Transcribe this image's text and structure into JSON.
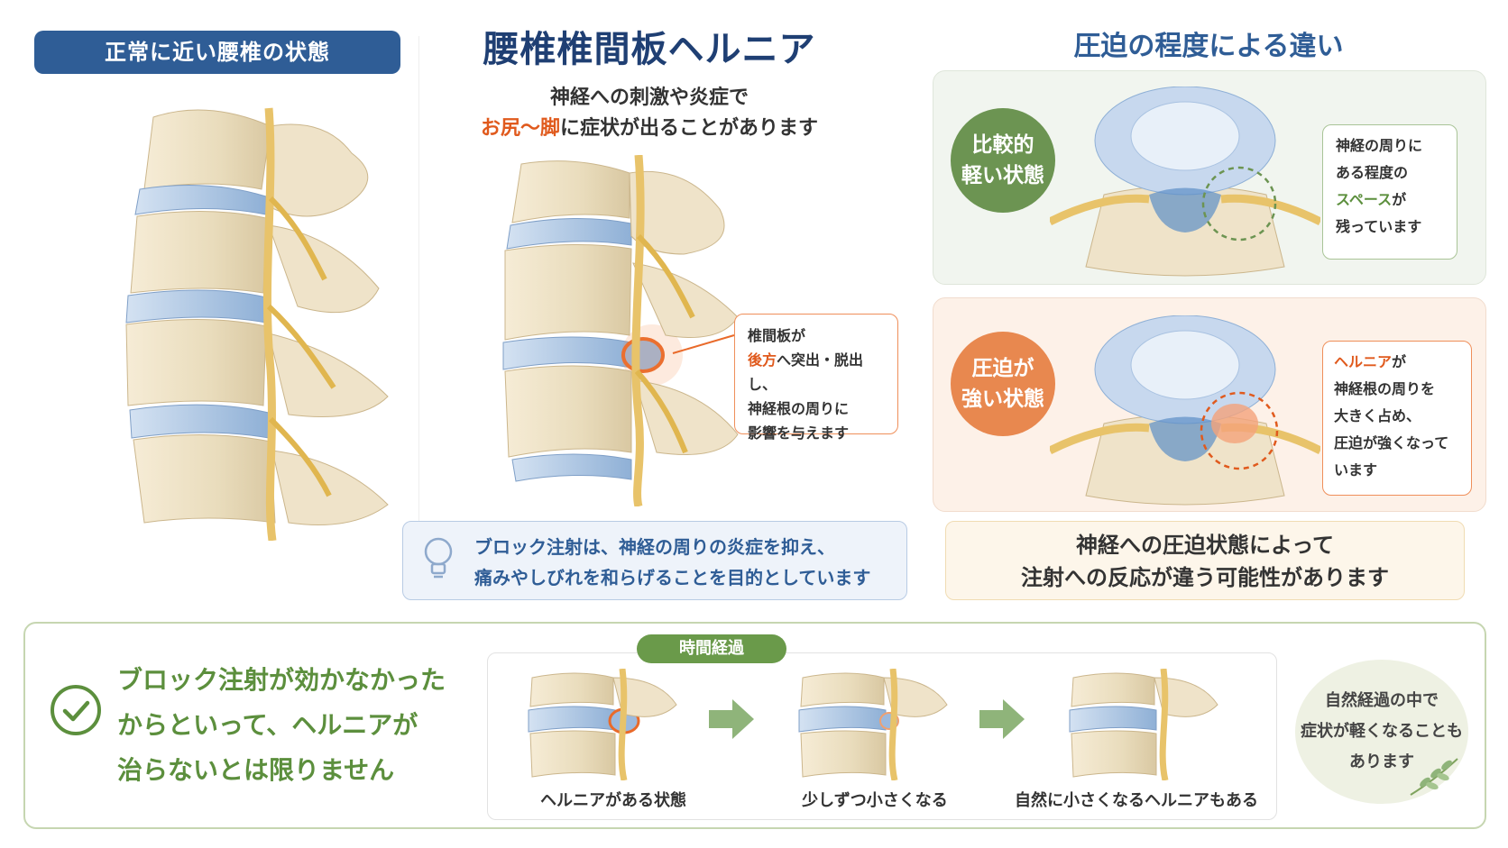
{
  "left": {
    "label": "正常に近い腰椎の状態"
  },
  "center": {
    "title": "腰椎椎間板ヘルニア",
    "sub_line1": "神経への刺激や炎症で",
    "sub_line2_highlight": "お尻〜脚",
    "sub_line2_rest": "に症状が出ることがあります",
    "callout": {
      "line1": "椎間板が",
      "line2_highlight": "後方",
      "line2_rest": "へ突出・脱出し、",
      "line3": "神経根の周りに",
      "line4": "影響を与えます"
    },
    "info_line1": "ブロック注射は、神経の周りの炎症を抑え、",
    "info_line2": "痛みやしびれを和らげることを目的としています"
  },
  "right": {
    "title": "圧迫の程度による違い",
    "mild": {
      "badge_line1": "比較的",
      "badge_line2": "軽い状態",
      "callout_line1": "神経の周りに",
      "callout_line2": "ある程度の",
      "callout_line3_highlight": "スペース",
      "callout_line3_rest": "が",
      "callout_line4": "残っています"
    },
    "strong": {
      "badge_line1": "圧迫が",
      "badge_line2": "強い状態",
      "callout_line1_highlight": "ヘルニア",
      "callout_line1_rest": "が",
      "callout_line2": "神経根の周りを",
      "callout_line3": "大きく占め、",
      "callout_line4": "圧迫が強くなって",
      "callout_line5": "います"
    },
    "summary_line1": "神経への圧迫状態によって",
    "summary_line2": "注射への反応が違う可能性があります"
  },
  "bottom": {
    "msg_line1": "ブロック注射が効かなかった",
    "msg_line2": "からといって、ヘルニアが",
    "msg_line3": "治らないとは限りません",
    "time_pill": "時間経過",
    "stages": [
      {
        "label": "ヘルニアがある状態"
      },
      {
        "label": "少しずつ小さくなる"
      },
      {
        "label": "自然に小さくなるヘルニアもある"
      }
    ],
    "natural_line1": "自然経過の中で",
    "natural_line2": "症状が軽くなることも",
    "natural_line3": "あります"
  },
  "colors": {
    "navy": "#1f3f73",
    "blue": "#2f5d96",
    "orange": "#e05a1d",
    "green": "#5c8f3d",
    "bone": "#ece0c6",
    "disc": "#b9cde6",
    "nerve": "#e8c36a"
  }
}
